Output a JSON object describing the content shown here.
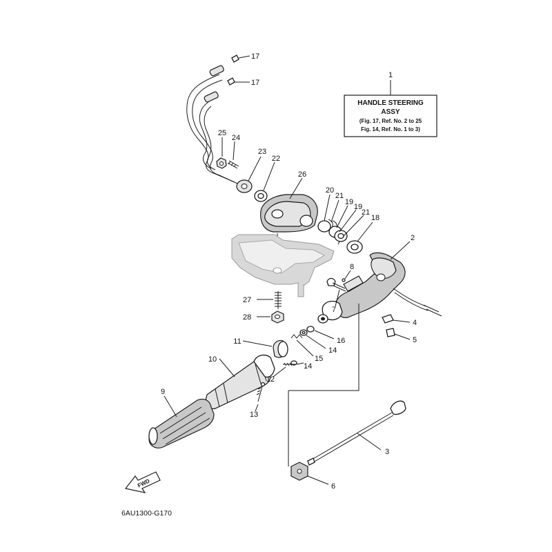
{
  "callout_box": {
    "ref": "1",
    "title": "HANDLE STEERING",
    "subtitle": "ASSY",
    "note1": "(Fig. 17, Ref. No. 2 to 25",
    "note2": "Fig. 14, Ref. No. 1 to 3)"
  },
  "callouts": {
    "p2": "2",
    "p3": "3",
    "p4": "4",
    "p5": "5",
    "p6": "6",
    "p7": "7",
    "p8": "8",
    "p9": "9",
    "p10": "10",
    "p11": "11",
    "p12": "12",
    "p13": "13",
    "p14a": "14",
    "p14b": "14",
    "p15": "15",
    "p16": "16",
    "p17a": "17",
    "p17b": "17",
    "p18": "18",
    "p19a": "19",
    "p19b": "19",
    "p20": "20",
    "p21a": "21",
    "p21b": "21",
    "p22": "22",
    "p23": "23",
    "p24": "24",
    "p25": "25",
    "p26": "26",
    "p27": "27",
    "p28": "28"
  },
  "fwd_label": "FWD",
  "drawing_code": "6AU1300-G170"
}
